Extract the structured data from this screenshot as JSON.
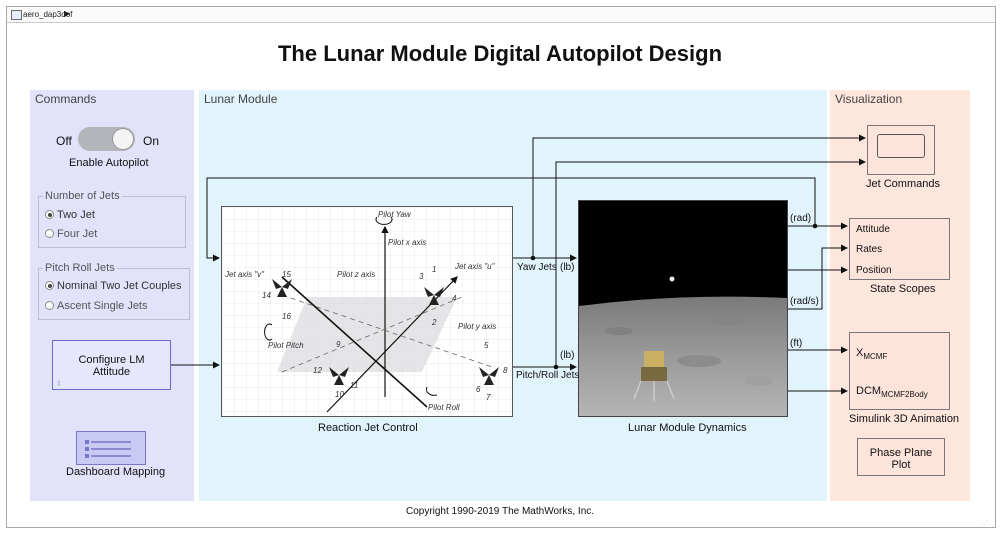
{
  "toolbar": {
    "model_name": "aero_dap3dof",
    "crumb_arrow": "▶"
  },
  "title": "The Lunar Module Digital Autopilot Design",
  "areas": {
    "commands": "Commands",
    "lunar": "Lunar Module",
    "visualization": "Visualization"
  },
  "autopilot": {
    "off_label": "Off",
    "on_label": "On",
    "label": "Enable Autopilot",
    "state": "On"
  },
  "jets_group": {
    "title": "Number of Jets",
    "options": [
      "Two Jet",
      "Four Jet"
    ],
    "selected": "Two Jet"
  },
  "pitchroll_group": {
    "title": "Pitch Roll Jets",
    "options": [
      "Nominal Two Jet Couples",
      "Ascent Single Jets"
    ],
    "selected": "Nominal Two Jet Couples"
  },
  "configure_block": {
    "line1": "Configure LM",
    "line2": "Attitude"
  },
  "dashboard_block": {
    "label": "Dashboard Mapping"
  },
  "reaction_jet": {
    "label": "Reaction Jet Control",
    "captions": {
      "pilot_yaw": "Pilot Yaw",
      "pilot_x": "Pilot x axis",
      "pilot_z": "Pilot z axis",
      "jet_v": "Jet axis \"v\"",
      "jet_u": "Jet axis \"u\"",
      "pilot_pitch": "Pilot Pitch",
      "pilot_y": "Pilot y axis",
      "pilot_roll": "Pilot Roll"
    },
    "jet_numbers": [
      "15",
      "14",
      "16",
      "3",
      "1",
      "4",
      "2",
      "9",
      "12",
      "11",
      "10",
      "5",
      "8",
      "6",
      "7"
    ]
  },
  "signals": {
    "yaw_jets": "Yaw Jets",
    "pitchroll_jets": "Pitch/Roll Jets"
  },
  "dynamics": {
    "label": "Lunar Module Dynamics",
    "ports": {
      "lb1": "(lb)",
      "lb2": "(lb)",
      "rad": "(rad)",
      "rads": "(rad/s)",
      "ft": "(ft)"
    }
  },
  "jet_commands": {
    "label": "Jet Commands"
  },
  "state_scopes": {
    "label": "State Scopes",
    "ports": [
      "Attitude",
      "Rates",
      "Position"
    ]
  },
  "sim3d": {
    "label": "Simulink 3D Animation",
    "port1_main": "X",
    "port1_sub": "MCMF",
    "port2_main": "DCM",
    "port2_sub": "MCMF2Body"
  },
  "phase_plane": {
    "line1": "Phase Plane",
    "line2": "Plot"
  },
  "copyright": "Copyright 1990-2019 The MathWorks, Inc.",
  "colors": {
    "commands_bg": "#e2e2fb",
    "lunar_bg": "#e1f3fb",
    "vis_bg": "#fde6dc"
  }
}
